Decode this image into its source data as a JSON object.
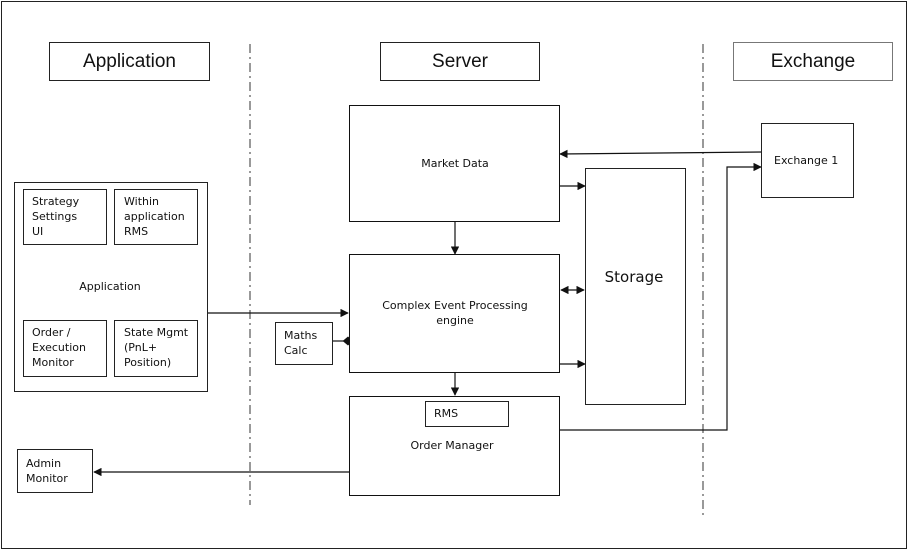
{
  "headers": {
    "application": "Application",
    "server": "Server",
    "exchange": "Exchange"
  },
  "application_panel": {
    "label": "Application",
    "modules": {
      "strategy": [
        "Strategy",
        "Settings",
        "UI"
      ],
      "rms": [
        "Within",
        "application",
        "RMS"
      ],
      "order_monitor": [
        "Order /",
        "Execution",
        "Monitor"
      ],
      "state_mgmt": [
        "State Mgmt",
        "(PnL+",
        "Position)"
      ]
    }
  },
  "server": {
    "market_data": "Market Data",
    "cep": [
      "Complex Event Processing",
      "engine"
    ],
    "maths_calc": [
      "Maths",
      "Calc"
    ],
    "order_manager": "Order Manager",
    "rms": "RMS",
    "storage": "Storage"
  },
  "exchange": {
    "exchange1": "Exchange 1"
  },
  "admin_monitor": [
    "Admin",
    "Monitor"
  ],
  "colors": {
    "line": "#111111",
    "divider": "#333333",
    "header_border_light": "#777777"
  }
}
